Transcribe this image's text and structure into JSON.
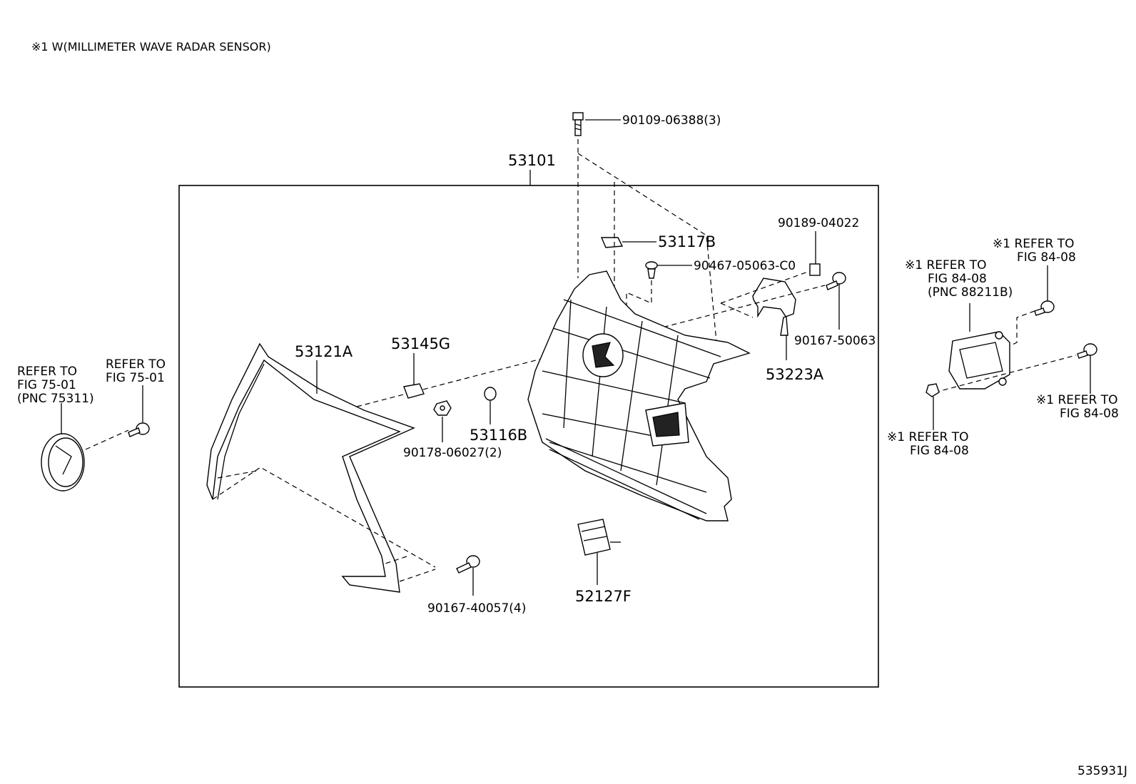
{
  "header_note": "※1 W(MILLIMETER WAVE RADAR SENSOR)",
  "figure_code": "535931J",
  "labels": {
    "p53101": "53101",
    "p90109": "90109-06388(3)",
    "p53117B": "53117B",
    "p90467": "90467-05063-C0",
    "p90189": "90189-04022",
    "p90167_50063": "90167-50063",
    "p53223A": "53223A",
    "p53121A": "53121A",
    "p53145G": "53145G",
    "p53116B": "53116B",
    "p90178": "90178-06027(2)",
    "p90167_40057": "90167-40057(4)",
    "p52127F": "52127F"
  },
  "refs": {
    "emblem_l1": "REFER TO",
    "emblem_l2": "FIG 75-01",
    "emblem_l3": "(PNC 75311)",
    "screw_l1": "REFER TO",
    "screw_l2": "FIG 75-01",
    "sensor_l1": "※1 REFER TO",
    "sensor_l2": "FIG 84-08",
    "sensor_l3": "(PNC 88211B)",
    "top_right_l1": "※1 REFER TO",
    "top_right_l2": "FIG 84-08",
    "mid_right_l1": "※1 REFER TO",
    "mid_right_l2": "FIG 84-08",
    "bottom_l1": "※1 REFER TO",
    "bottom_l2": "FIG 84-08"
  }
}
